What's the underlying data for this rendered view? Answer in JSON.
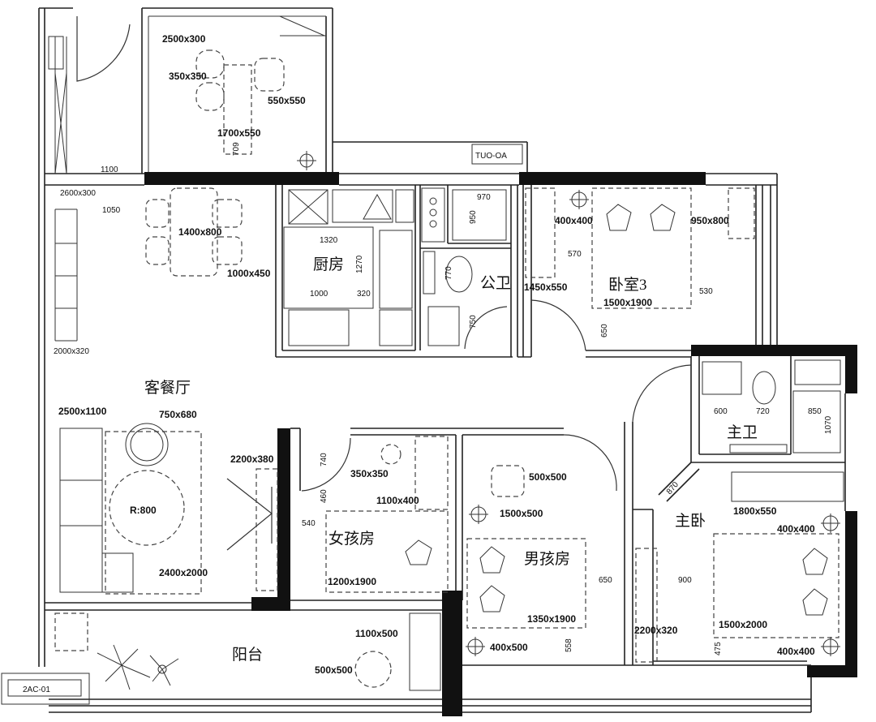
{
  "rooms": {
    "living": "客餐厅",
    "kitchen": "厨房",
    "public_bath": "公卫",
    "bedroom3": "卧室3",
    "master_bath": "主卫",
    "master_bed": "主卧",
    "girl_room": "女孩房",
    "boy_room": "男孩房",
    "balcony": "阳台"
  },
  "dimensions": {
    "d_2500x300": "2500x300",
    "d_350x350_top": "350x350",
    "d_550x550": "550x550",
    "d_1700x550": "1700x550",
    "d_709": "709",
    "d_1100": "1100",
    "d_2600x300": "2600x300",
    "d_1050": "1050",
    "d_1400x800": "1400x800",
    "d_1000x450": "1000x450",
    "d_2000x320": "2000x320",
    "d_1320": "1320",
    "d_1270": "1270",
    "d_1000": "1000",
    "d_320": "320",
    "d_970": "970",
    "d_950": "950",
    "d_770": "770",
    "d_750": "750",
    "d_400x400_b3": "400x400",
    "d_950x800": "950x800",
    "d_570": "570",
    "d_1450x550": "1450x550",
    "d_1500x1900": "1500x1900",
    "d_530": "530",
    "d_650_b3": "650",
    "d_600": "600",
    "d_720": "720",
    "d_850": "850",
    "d_1070": "1070",
    "d_2500x1100": "2500x1100",
    "d_750x680": "750x680",
    "d_r800": "R:800",
    "d_2400x2000": "2400x2000",
    "d_2200x380": "2200x380",
    "d_740": "740",
    "d_460": "460",
    "d_350x350_girl": "350x350",
    "d_1100x400": "1100x400",
    "d_540": "540",
    "d_1200x1900": "1200x1900",
    "d_500x500": "500x500",
    "d_1500x500": "1500x500",
    "d_1350x1900": "1350x1900",
    "d_650_boy": "650",
    "d_400x500": "400x500",
    "d_558": "558",
    "d_870": "870",
    "d_1800x550": "1800x550",
    "d_400x400_m1": "400x400",
    "d_900": "900",
    "d_2200x320": "2200x320",
    "d_1500x2000": "1500x2000",
    "d_475": "475",
    "d_400x400_m2": "400x400",
    "d_1100x500": "1100x500",
    "d_500x500_bal": "500x500"
  },
  "tags": {
    "ac_top": "TUO-OA",
    "ac_bottom": "2AC-01"
  }
}
